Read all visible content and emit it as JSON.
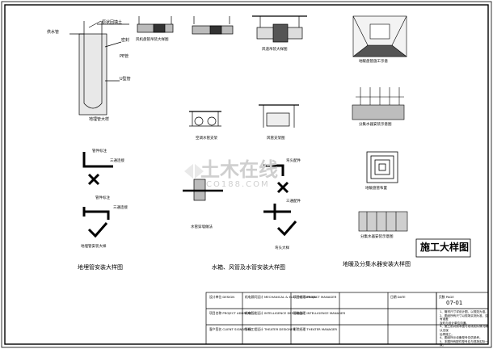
{
  "sheet": {
    "main_title": "施工大样图",
    "watermark_cn": "土木在线",
    "watermark_en": "CO188.COM"
  },
  "section_titles": {
    "left": "地埋管安装大样图",
    "middle": "水箱、风管及水管安装大样图",
    "right": "地暖及分集水器安装大样图"
  },
  "details": {
    "well": {
      "water_pipe": "供水管",
      "backfill": "原状回填土",
      "seal": "密封",
      "pe_pipe": "PE管",
      "u_tube": "U型管",
      "caption": "地埋管大样"
    },
    "duct1": "风机盘管吊装大样图",
    "duct2": "风道吊装大样图",
    "pipe_hanger": "空调水管支架",
    "duct_support": "风管支架图",
    "fitting_left_top": "管件标注",
    "fitting_left_mid": "三通连接",
    "fitting_left_bot_a": "管件标注",
    "fitting_left_bot_b": "三通连接",
    "left_bottom_caption": "地埋管安装大样",
    "mid_fitting_a": "弯头配件",
    "mid_fitting_b": "三通配件",
    "mid_bottom_left": "水管穿墙做法",
    "mid_bottom_right": "弯头大样",
    "floor_heating_top": "地暖盘管施工示意",
    "floor_heating_mid": "分集水器安装示意图",
    "coil": "地暖盘管布置",
    "manifold": "分集水器安装示意图"
  },
  "title_block": {
    "row1": [
      "设计单位 DESIGN",
      "机电顾问设计 MECHANICAL & ELECTRIC DESIGN",
      "项目经理 PROJECT MANAGER",
      "日期 DATE",
      "页数 PAGE"
    ],
    "row2": [
      "项目名称 PROJECT ADDRESS",
      "机电智能设计 INTELLIGENCE DESIGNER",
      "智能监理 INTELLIGENCE MANAGER"
    ],
    "row3": [
      "客户签名 CLIENT SIGNATURE",
      "影视工程设计 THEATER DESIGNER",
      "影院经理 THEATER MANAGER"
    ],
    "page_no": "07-01"
  },
  "notes": {
    "lines": [
      "1、管材尺寸详设计图，以规范为准。",
      "2、图纸所有尺寸以现场实测为准，如有误差",
      "   及时与设计单位沟通。",
      "3、施工前对照本图与现场实际情况确认无误",
      "   后再施工。",
      "4、图纸所示设备型号仅供参考。",
      "5、本图所有配件型号应与现场实际一致。"
    ]
  }
}
